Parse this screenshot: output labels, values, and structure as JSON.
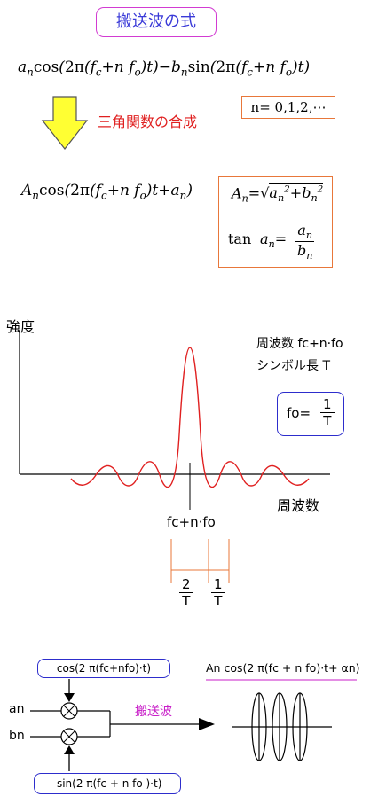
{
  "title": "搬送波の式",
  "formula_top": {
    "a": "a",
    "n": "n",
    "cos": "cos",
    "two_pi": "2π",
    "f": "f",
    "c": "c",
    "o": "o",
    "t": "t",
    "b": "b",
    "sin": "sin"
  },
  "n_values": "n= 0,1,2,⋯",
  "synthesis_label": "三角関数の合成",
  "formula_mid": {
    "A": "A",
    "n": "n",
    "cos": "cos",
    "two_pi": "2π",
    "t": "t",
    "a": "a"
  },
  "amplitude_formula": {
    "A": "A",
    "n": "n",
    "eq": "=",
    "tan": "tan",
    "a": "a",
    "b": "b"
  },
  "spectrum": {
    "y_label": "強度",
    "x_label": "周波数",
    "freq_label": "周波数 fc+n·fo",
    "symbol_label": "シンボル長 T",
    "fo_eq_lhs": "fo=",
    "fo_eq_num": "1",
    "fo_eq_den": "T",
    "center_label": "fc+n·fo",
    "width1_num": "2",
    "width1_den": "T",
    "width2_num": "1",
    "width2_den": "T"
  },
  "modulator": {
    "cos_label": "cos(2 π(fc+nfo)·t)",
    "sin_label": "-sin(2 π(fc + n fo )·t)",
    "an_label": "an",
    "bn_label": "bn",
    "carrier_label": "搬送波",
    "output_label": "An cos(2 π(fc + n fo)·t+ αn)"
  },
  "colors": {
    "title_box": "#d23bd2",
    "title_text": "#3a3ad8",
    "orange_box": "#e8773a",
    "arrow_fill": "#ffff33",
    "red_text": "#e02020",
    "curve": "#e02020",
    "blue_box": "#2d2dcc",
    "magenta_text": "#c81ec8"
  }
}
